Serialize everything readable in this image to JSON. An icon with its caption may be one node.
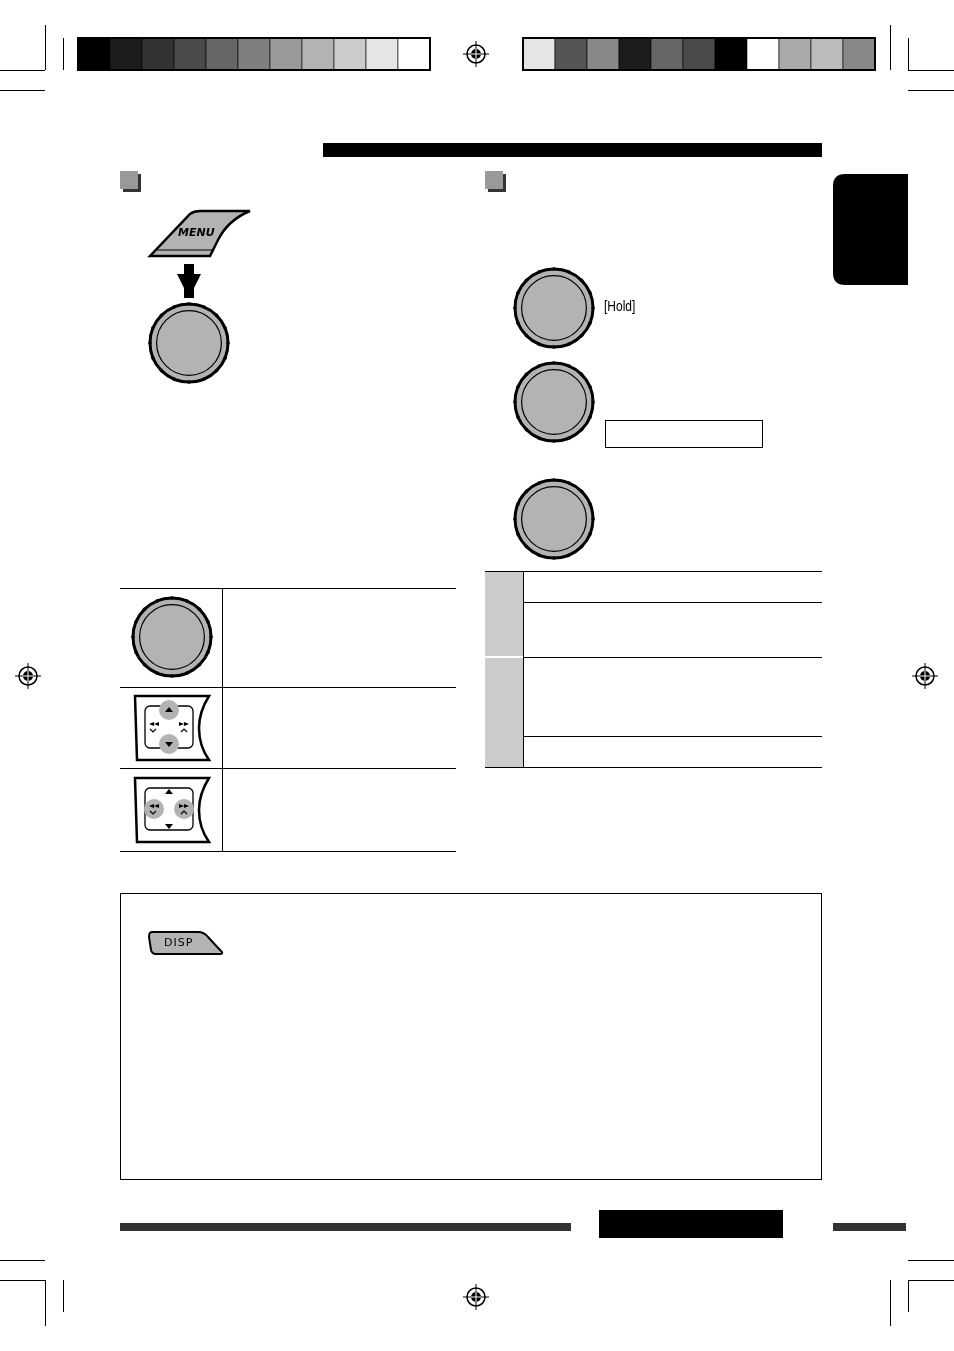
{
  "diagram": {
    "nodes": [
      {
        "text": [
          "MENU"
        ]
      },
      {
        "text": [],
        "shape": "circle"
      },
      {
        "text": [
          "DISP"
        ]
      },
      {
        "text": [],
        "shape": "box"
      }
    ],
    "edges": [
      {
        "from": 0,
        "to": 1,
        "arrow": "to"
      }
    ],
    "labels": [
      "[Hold]"
    ]
  }
}
